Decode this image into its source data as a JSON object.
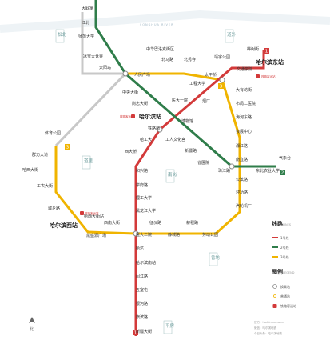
{
  "colors": {
    "line1": "#d33a3a",
    "line2": "#2f7d4a",
    "line3": "#f0b400",
    "line3_ext": "#c8c8c8",
    "text": "#333333",
    "district": "#6a9a9a"
  },
  "lines": [
    {
      "id": "1",
      "name": "1号线",
      "color": "#d33a3a"
    },
    {
      "id": "2",
      "name": "2号线",
      "color": "#2f7d4a"
    },
    {
      "id": "3",
      "name": "3号线",
      "color": "#f0b400"
    }
  ],
  "badges": {
    "line1_top": "1",
    "line1_bottom": "1",
    "line2_right": "2",
    "line3_left": "3",
    "line3_right": "3"
  },
  "stations": {
    "s01": "大耿家",
    "s02": "江北",
    "s03": "师范大学",
    "s04": "冰雪大世界",
    "s05": "太阳岛",
    "s06": "中华巴洛克街区",
    "s07": "北马路",
    "s08": "北秀寺",
    "s09": "靖宇公园",
    "s10": "桦树街",
    "s11": "哈尔滨东站",
    "s12": "人民广场",
    "s13": "太平桥",
    "s14": "交通学院",
    "s15": "工程大学",
    "s16": "大有坊街",
    "s17": "中央大街",
    "s18": "尚志大街",
    "s19": "医大一院",
    "s20": "烟厂",
    "s21": "哈尔滨站",
    "s22": "博物馆",
    "s23": "布局二医院",
    "s24": "海河东路",
    "s25": "铁路局",
    "s26": "会展中心",
    "s27": "体育公园",
    "s28": "哈工大",
    "s29": "工人文化宫",
    "s30": "湘江路",
    "s31": "西大桥",
    "s32": "新疆路",
    "s33": "群力大道",
    "s34": "省医院",
    "s35": "南直路",
    "s36": "气象台",
    "s37": "哈西大街",
    "s38": "和兴路",
    "s39": "珠江路",
    "s40": "东北农业大学",
    "s41": "工农大街",
    "s42": "学府路",
    "s43": "公滨路",
    "s44": "理工大学",
    "s45": "迎功路",
    "s46": "黑龙江大学",
    "s47": "汽轮机厂",
    "s48": "城乡路",
    "s49": "哈西大街站",
    "s50": "征仪路",
    "s51": "西南大街",
    "s52": "哈尔滨西站",
    "s53": "凯盛源广场",
    "s54": "医大二院",
    "s55": "静城路",
    "s56": "劳动公园",
    "s57": "薪程路",
    "s58": "哈达",
    "s59": "哈尔滨南站",
    "s60": "闫江路",
    "s61": "五室屯",
    "s62": "银河路",
    "s63": "旗滨路",
    "s64": "新疆大街"
  },
  "transfer_labels": {
    "harbin_east": "铁路客运站",
    "harbin": "铁路客运站",
    "harbin_west": "铁路客运站"
  },
  "districts": [
    "松北",
    "道外",
    "道里",
    "南岗",
    "香坊",
    "平房"
  ],
  "river": "SONGHUA RIVER",
  "legend": {
    "title": "线路",
    "title_en": "LINES",
    "items": [
      "1号线",
      "2号线",
      "3号线"
    ],
    "map_title": "图例",
    "map_title_en": "LEGEND",
    "map_items": [
      "换乘站",
      "普通站",
      "铁路客运站"
    ]
  },
  "compass": {
    "label": "北"
  },
  "footer": [
    "官方：harbinmetro.cn",
    "微信：哈尔滨地铁",
    "今日头条：哈尔滨地铁"
  ]
}
